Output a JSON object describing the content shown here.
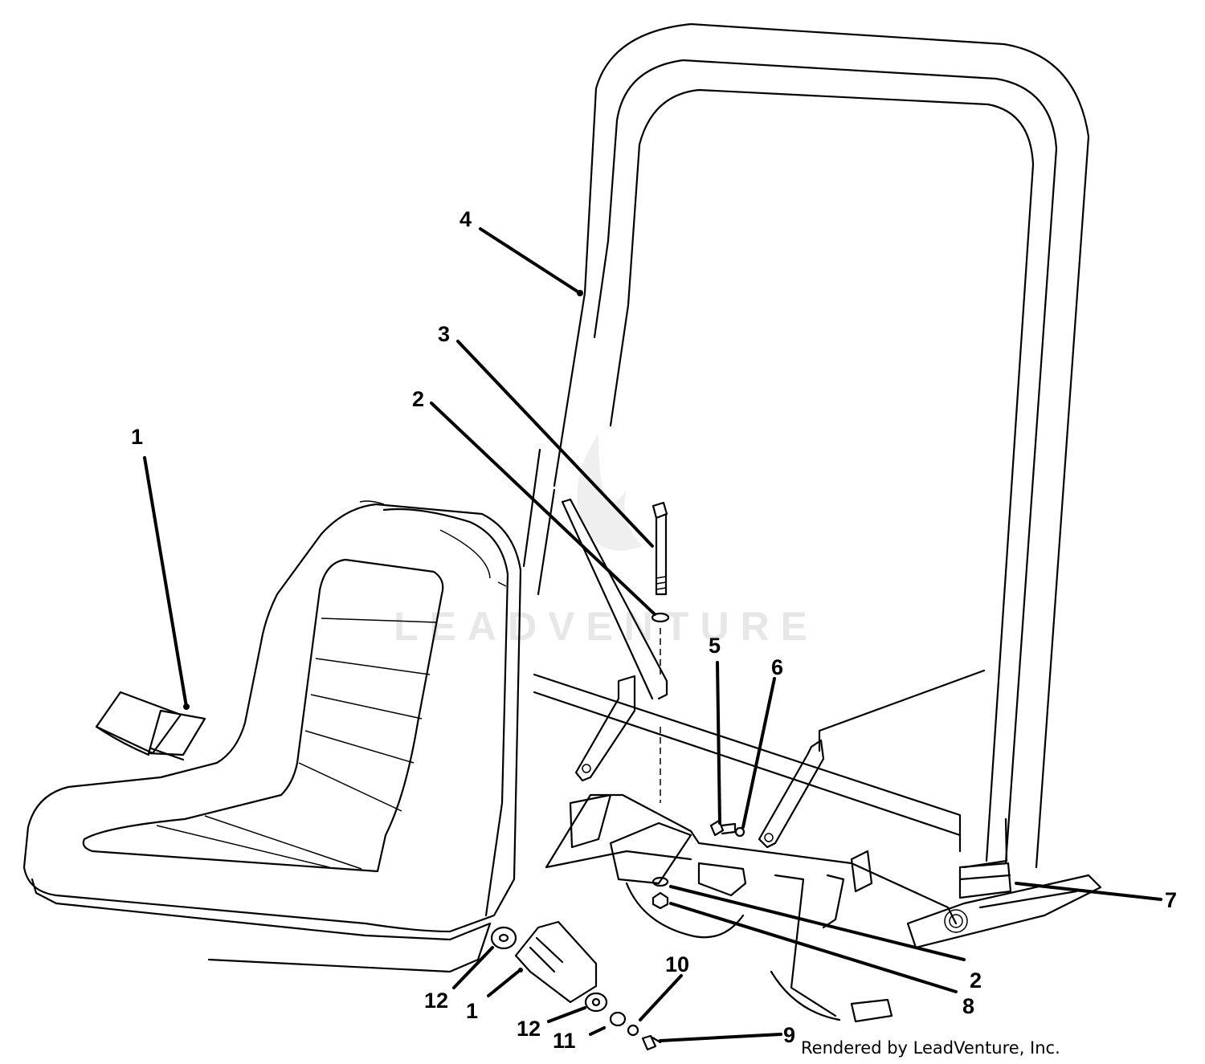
{
  "watermark": {
    "text": "LEADVENTURE"
  },
  "credit": {
    "text": "Rendered by LeadVenture, Inc."
  },
  "callouts": [
    {
      "id": "c1a",
      "label": "1"
    },
    {
      "id": "c4",
      "label": "4"
    },
    {
      "id": "c3",
      "label": "3"
    },
    {
      "id": "c2a",
      "label": "2"
    },
    {
      "id": "c5",
      "label": "5"
    },
    {
      "id": "c6",
      "label": "6"
    },
    {
      "id": "c7",
      "label": "7"
    },
    {
      "id": "c2b",
      "label": "2"
    },
    {
      "id": "c8",
      "label": "8"
    },
    {
      "id": "c10",
      "label": "10"
    },
    {
      "id": "c9",
      "label": "9"
    },
    {
      "id": "c12a",
      "label": "12"
    },
    {
      "id": "c1b",
      "label": "1"
    },
    {
      "id": "c12b",
      "label": "12"
    },
    {
      "id": "c11",
      "label": "11"
    }
  ]
}
